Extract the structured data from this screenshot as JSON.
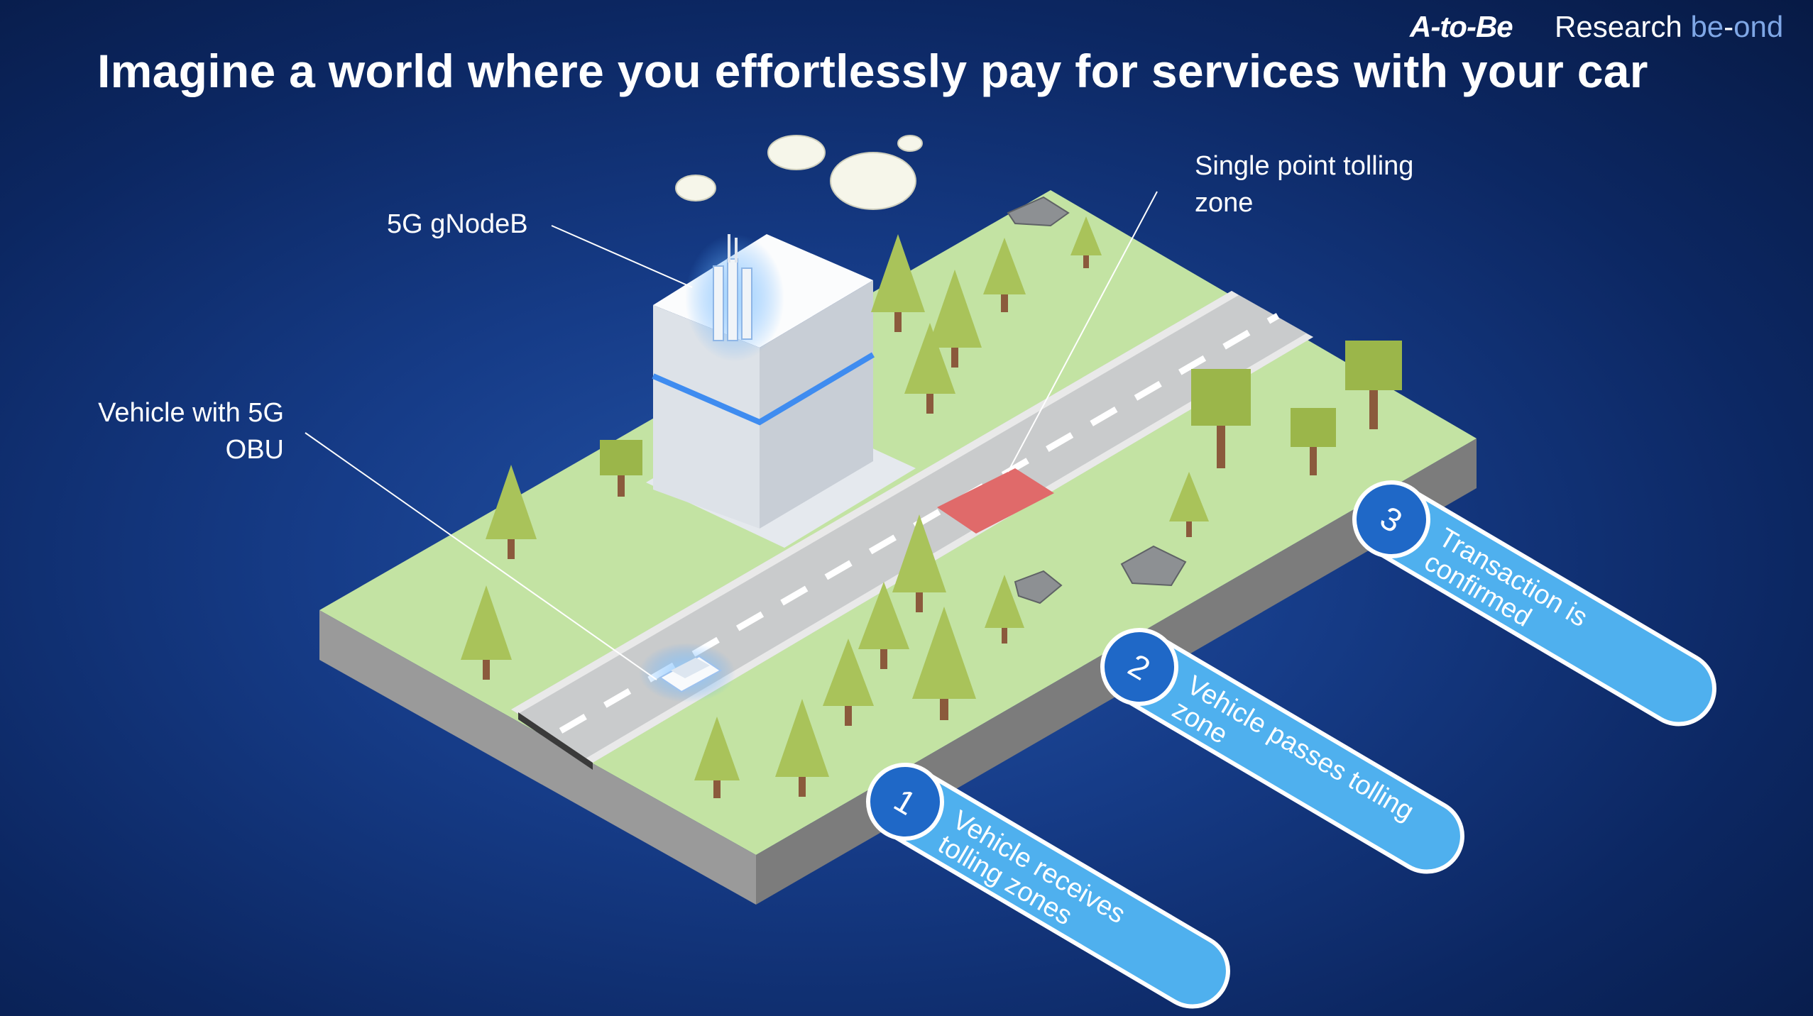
{
  "header": {
    "brand_atobe": "A-to-Be",
    "brand_research": "Research",
    "brand_be": "be",
    "brand_dash": "-",
    "brand_ond": "ond"
  },
  "title": "Imagine a world where you effortlessly pay for services with your car",
  "labels": {
    "gnodeb": "5G gNodeB",
    "tolling_line1": "Single point tolling",
    "tolling_line2": "zone",
    "vehicle_line1": "Vehicle with 5G",
    "vehicle_line2": "OBU"
  },
  "steps": [
    {
      "number": "1",
      "line1": "Vehicle receives",
      "line2": "tolling zones"
    },
    {
      "number": "2",
      "line1": "Vehicle passes tolling",
      "line2": "zone"
    },
    {
      "number": "3",
      "line1": "Transaction is",
      "line2": "confirmed"
    }
  ],
  "colors": {
    "ground": "#c3e3a3",
    "road": "#c9cbcc",
    "toll_zone": "#e06a6a",
    "step_fill": "#4fb0ee",
    "step_badge": "#1f68c7"
  }
}
